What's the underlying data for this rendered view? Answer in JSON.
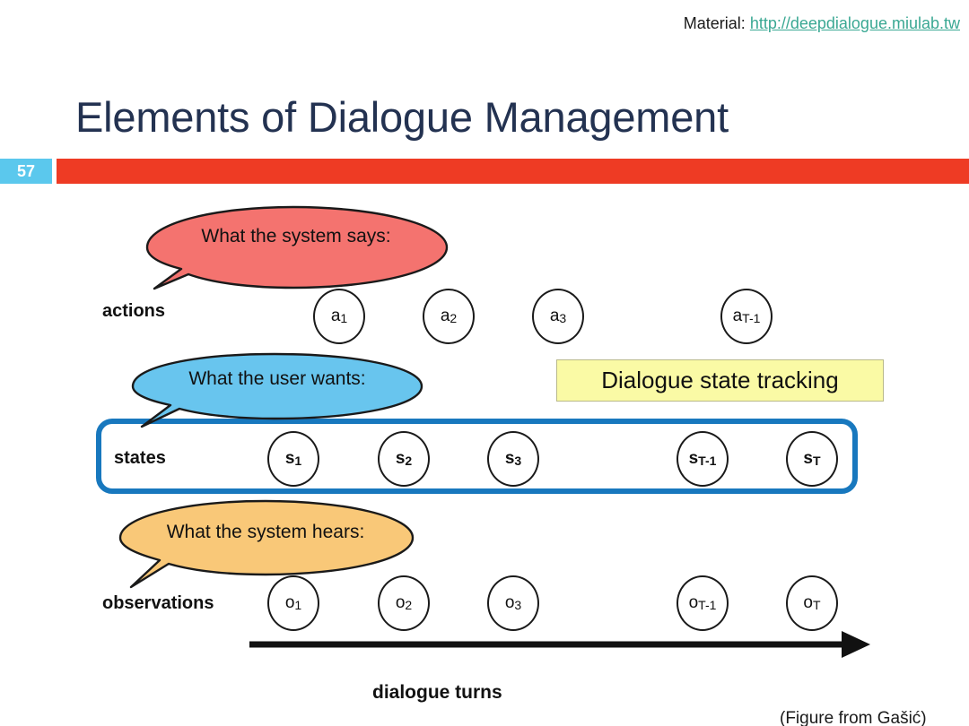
{
  "header": {
    "material_label": "Material:",
    "material_url": "http://deepdialogue.miulab.tw"
  },
  "title": "Elements of Dialogue Management",
  "slide_number": "57",
  "colors": {
    "badge": "#5BC8ED",
    "accent_bar": "#EE3B24",
    "title": "#233251",
    "link": "#3aa893",
    "states_box_border": "#1878BE",
    "bubble_actions": "#F4736F",
    "bubble_states": "#68C5EE",
    "bubble_observations": "#F9C878",
    "yellow_box": "#FAFAA5"
  },
  "figure": {
    "rows": [
      {
        "label": "actions",
        "nodes": [
          {
            "base": "a",
            "sub": "1"
          },
          {
            "base": "a",
            "sub": "2"
          },
          {
            "base": "a",
            "sub": "3"
          },
          {
            "base": "a",
            "sub": "T-1"
          }
        ]
      },
      {
        "label": "states",
        "nodes": [
          {
            "base": "s",
            "sub": "1"
          },
          {
            "base": "s",
            "sub": "2"
          },
          {
            "base": "s",
            "sub": "3"
          },
          {
            "base": "s",
            "sub": "T-1"
          },
          {
            "base": "s",
            "sub": "T"
          }
        ]
      },
      {
        "label": "observations",
        "nodes": [
          {
            "base": "o",
            "sub": "1"
          },
          {
            "base": "o",
            "sub": "2"
          },
          {
            "base": "o",
            "sub": "3"
          },
          {
            "base": "o",
            "sub": "T-1"
          },
          {
            "base": "o",
            "sub": "T"
          }
        ]
      }
    ],
    "bubbles": {
      "actions": "What the system says:",
      "states": "What the user wants:",
      "observations": "What the system hears:"
    },
    "highlight_box": "Dialogue state tracking",
    "axis_caption": "dialogue turns",
    "source_caption": "(Figure from Gašić)"
  }
}
